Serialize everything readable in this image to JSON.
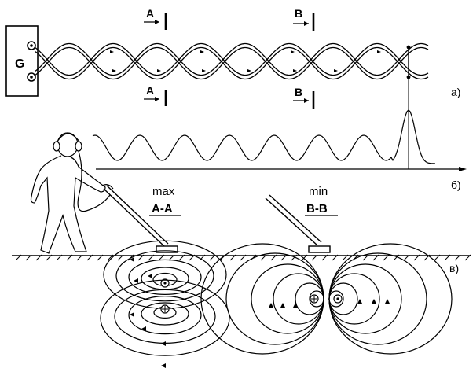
{
  "generator": {
    "label": "G"
  },
  "sections": {
    "a_arrow": "A",
    "b_arrow": "B"
  },
  "part_labels": {
    "a": "а)",
    "b": "б)",
    "c": "в)"
  },
  "max_section": {
    "word": "max",
    "label": "A-A"
  },
  "min_section": {
    "word": "min",
    "label": "B-B"
  },
  "colors": {
    "ink": "#000000",
    "background": "#ffffff"
  }
}
